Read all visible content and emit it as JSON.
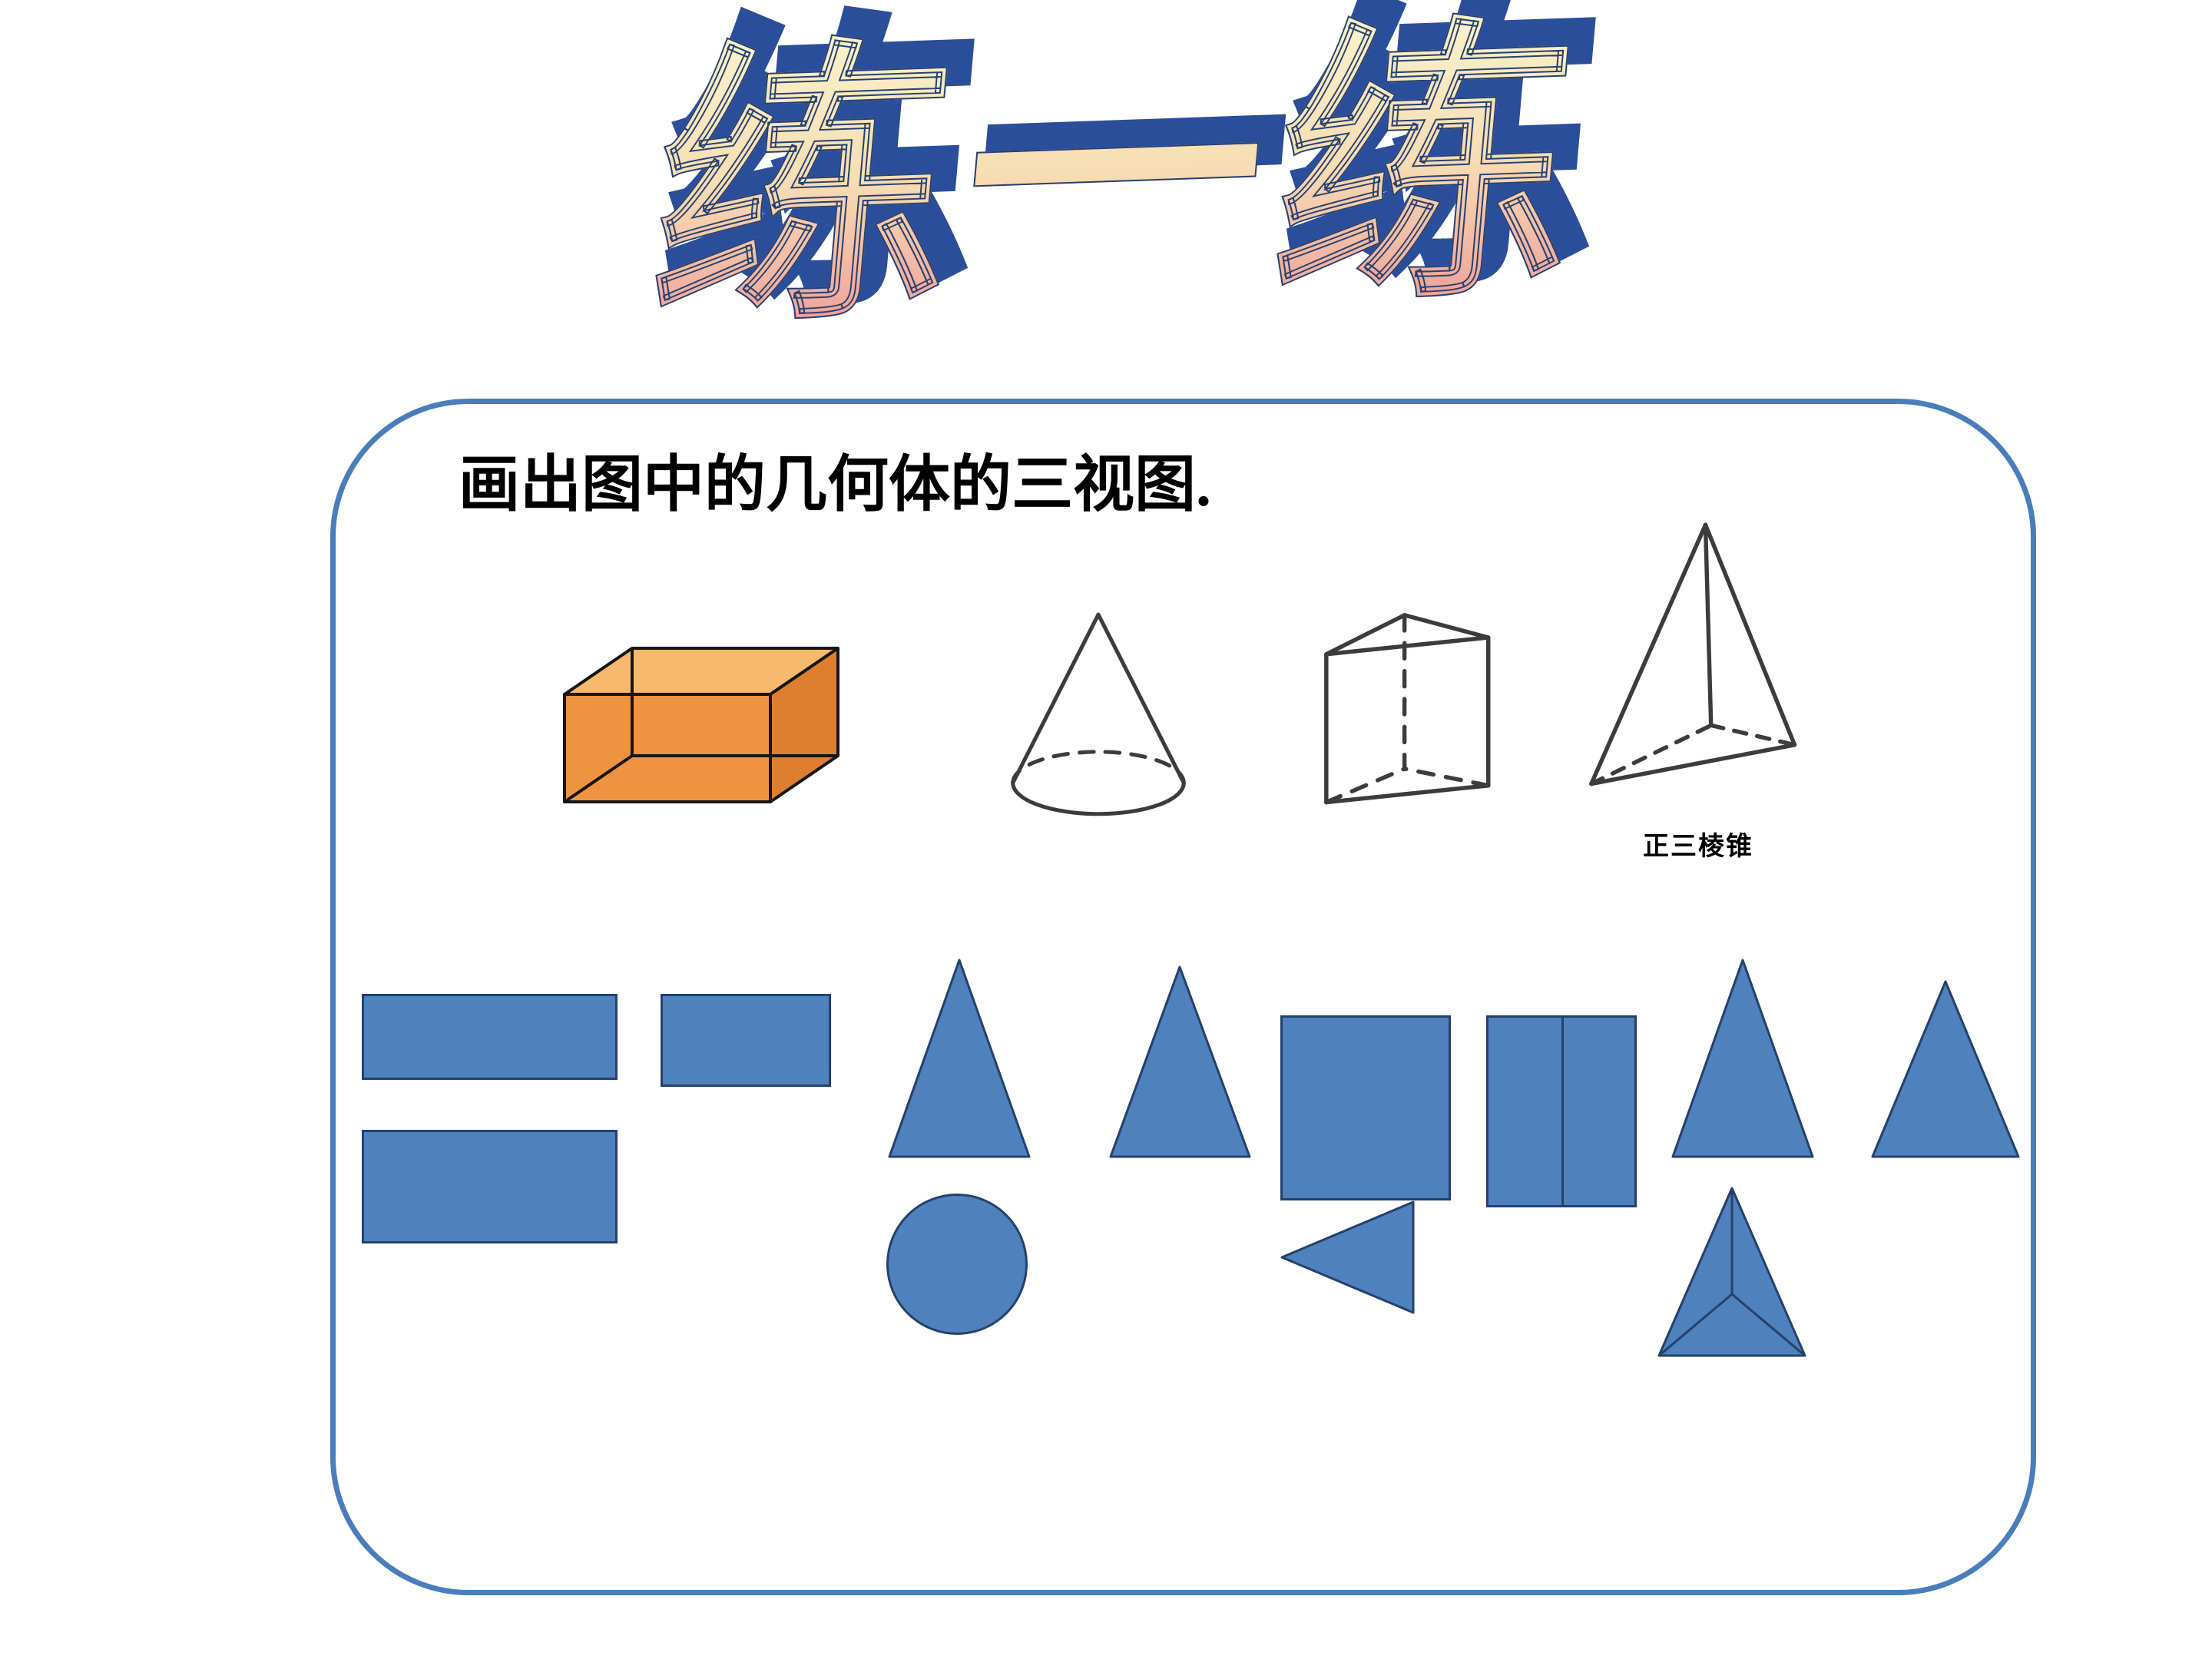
{
  "title": {
    "text": "练一练"
  },
  "panel": {
    "instruction": "画出图中的几何体的三视图.",
    "pyramid_label": "正三棱锥"
  },
  "solids": [
    "cuboid",
    "cone",
    "triangular-prism",
    "regular-triangular-pyramid"
  ],
  "views": [
    "cuboid-front-rectangle",
    "cuboid-side-rectangle",
    "cuboid-top-rectangle",
    "cone-front-triangle",
    "cone-top-circle",
    "cone-side-triangle",
    "prism-front-square",
    "prism-top-left-triangle",
    "prism-side-split-rectangle",
    "pyramid-front-triangle",
    "pyramid-top-triangle-with-center-lines",
    "pyramid-side-triangle"
  ],
  "colors": {
    "panel_border": "#4a7ebb",
    "view_fill": "#4f81bd",
    "view_stroke": "#24416b",
    "cuboid_front": "#ee9340",
    "cuboid_top": "#f6b96e",
    "cuboid_side": "#dd7f2e",
    "wordart_blue": "#2b4e9b",
    "wordart_cream": "#f8f0c8",
    "wordart_pink": "#efa099",
    "line_color": "#3c3c3c"
  }
}
